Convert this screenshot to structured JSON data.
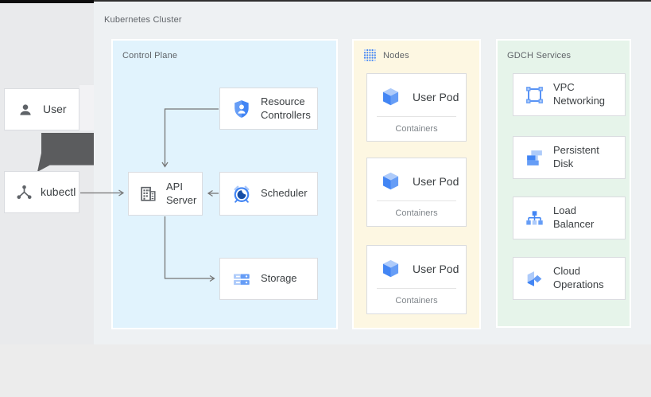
{
  "diagram": {
    "cluster_title": "Kubernetes Cluster",
    "left_panel": {
      "user": {
        "label": "User",
        "icon": "person-icon"
      },
      "kubectl": {
        "label": "kubectl",
        "icon": "kubectl-nodes-icon"
      }
    },
    "control_plane": {
      "title": "Control Plane",
      "cards": [
        {
          "label": "Resource Controllers",
          "icon": "shield-person-icon"
        },
        {
          "label": "API Server",
          "icon": "building-icon"
        },
        {
          "label": "Scheduler",
          "icon": "clock-icon"
        },
        {
          "label": "Storage",
          "icon": "storage-stack-icon"
        }
      ]
    },
    "nodes": {
      "title": "Nodes",
      "header_icon": "dot-grid-icon",
      "pods": [
        {
          "label": "User Pod",
          "sublabel": "Containers",
          "icon": "pod-cube-icon"
        },
        {
          "label": "User Pod",
          "sublabel": "Containers",
          "icon": "pod-cube-icon"
        },
        {
          "label": "User Pod",
          "sublabel": "Containers",
          "icon": "pod-cube-icon"
        }
      ]
    },
    "gdch": {
      "title": "GDCH Services",
      "cards": [
        {
          "label": "VPC Networking",
          "icon": "vpc-icon"
        },
        {
          "label": "Persistent Disk",
          "icon": "persistent-disk-icon"
        },
        {
          "label": "Load Balancer",
          "icon": "load-balancer-icon"
        },
        {
          "label": "Cloud Operations",
          "icon": "cloud-ops-icon"
        }
      ]
    },
    "colors": {
      "accent_blue": "#4285f4",
      "light_blue": "#aecbfa",
      "mid_blue": "#669df6",
      "dark_navy": "#174ea6",
      "control_plane_bg": "#e1f3fd",
      "nodes_bg": "#fdf7e2",
      "gdch_bg": "#e6f4ea",
      "card_border": "#dadce0",
      "text_dark": "#3c4043",
      "text_gray": "#5f6368",
      "text_muted": "#80868b",
      "arrow_gray": "#757575",
      "thick_arrow": "#5b5c5e"
    }
  }
}
